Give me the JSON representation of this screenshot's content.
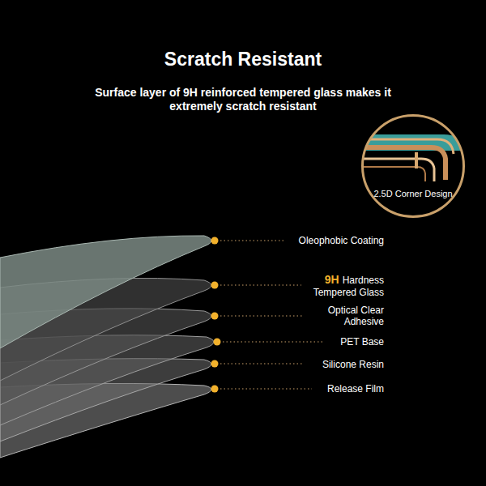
{
  "diagram": {
    "title": "Scratch Resistant",
    "nodes": [
      {
        "text": [
          "2.5D Corner Design"
        ]
      }
    ],
    "labels": [
      "Surface layer of 9H reinforced tempered glass makes it extremely scratch resistant",
      "Oleophobic Coating",
      "9H",
      "Hardness Tempered Glass",
      "Optical Clear Adhesive",
      "PET Base",
      "Silicone Resin",
      "Release Film"
    ]
  }
}
